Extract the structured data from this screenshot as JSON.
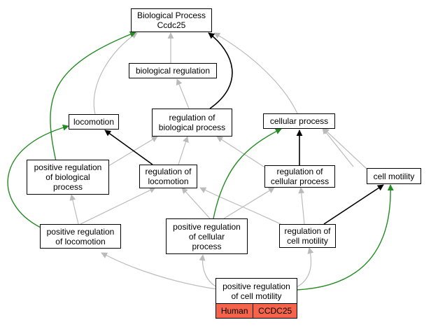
{
  "colors": {
    "is_a_edge": "#bbbbbb",
    "regulates_edge": "#000000",
    "positively_regulates_edge": "#228b22",
    "annotation_fill": "#f4634a",
    "node_border": "#000000"
  },
  "nodes": {
    "bp": {
      "label": "Biological Process\nCcdc25"
    },
    "biological_regulation": {
      "label": "biological regulation"
    },
    "locomotion": {
      "label": "locomotion"
    },
    "regulation_of_biological_process": {
      "label": "regulation of\nbiological process"
    },
    "cellular_process": {
      "label": "cellular process"
    },
    "positive_regulation_of_biological_process": {
      "label": "positive regulation\nof biological\nprocess"
    },
    "regulation_of_locomotion": {
      "label": "regulation of\nlocomotion"
    },
    "regulation_of_cellular_process": {
      "label": "regulation of\ncellular process"
    },
    "cell_motility": {
      "label": "cell motility"
    },
    "positive_regulation_of_locomotion": {
      "label": "positive regulation\nof locomotion"
    },
    "positive_regulation_of_cellular_process": {
      "label": "positive regulation\nof cellular\nprocess"
    },
    "regulation_of_cell_motility": {
      "label": "regulation of\ncell motility"
    },
    "positive_regulation_of_cell_motility": {
      "label": "positive regulation\nof cell motility"
    }
  },
  "annotation": {
    "species": "Human",
    "gene": "CCDC25"
  }
}
